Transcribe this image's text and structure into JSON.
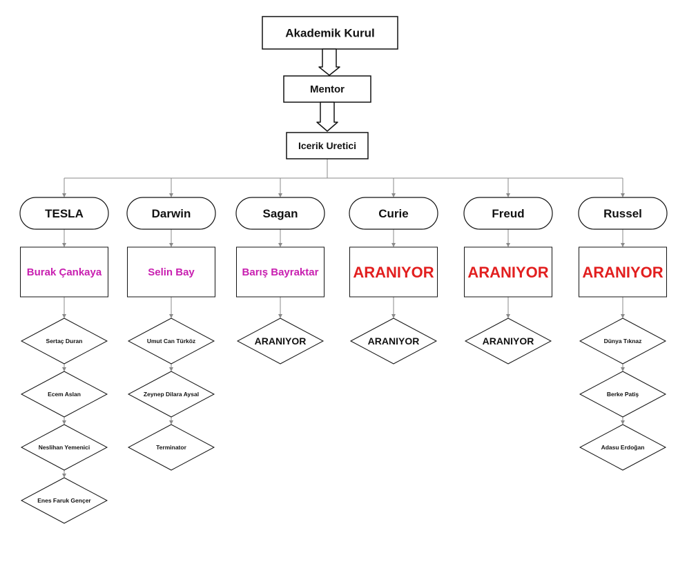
{
  "top": {
    "board": "Akademik Kurul",
    "mentor": "Mentor",
    "creator": "Icerik Uretici"
  },
  "colors": {
    "leader_named": "#c81fb0",
    "leader_wanted": "#e21f1f",
    "stroke": "#111111",
    "connector": "#8a8a8a",
    "text": "#111111"
  },
  "teams": [
    {
      "name": "TESLA",
      "leader": "Burak Çankaya",
      "leader_status": "named",
      "members": [
        "Sertaç Duran",
        "Ecem Aslan",
        "Neslihan Yemenici",
        "Enes Faruk Gençer"
      ]
    },
    {
      "name": "Darwin",
      "leader": "Selin Bay",
      "leader_status": "named",
      "members": [
        "Umut Can Türköz",
        "Zeynep Dilara Aysal",
        "Terminator"
      ]
    },
    {
      "name": "Sagan",
      "leader": "Barış Bayraktar",
      "leader_status": "named",
      "members": [
        "ARANIYOR"
      ]
    },
    {
      "name": "Curie",
      "leader": "ARANIYOR",
      "leader_status": "wanted",
      "members": [
        "ARANIYOR"
      ]
    },
    {
      "name": "Freud",
      "leader": "ARANIYOR",
      "leader_status": "wanted",
      "members": [
        "ARANIYOR"
      ]
    },
    {
      "name": "Russel",
      "leader": "ARANIYOR",
      "leader_status": "wanted",
      "members": [
        "Dünya Tıknaz",
        "Berke Patiş",
        "Adasu Erdoğan"
      ]
    }
  ]
}
